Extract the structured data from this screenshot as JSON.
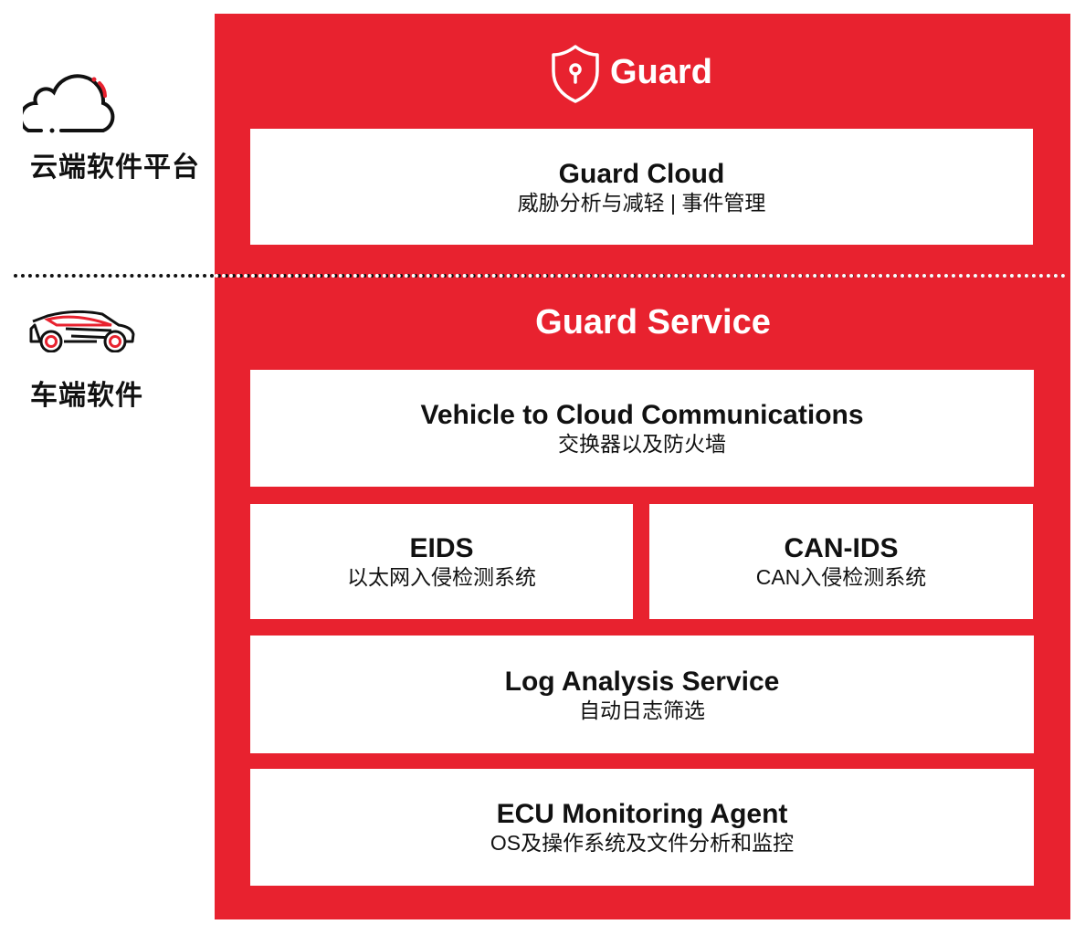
{
  "brand": {
    "title": "Guard",
    "color": "#E8222F"
  },
  "sections": {
    "cloud_label": "云端软件平台",
    "vehicle_label": "车端软件"
  },
  "cloud": {
    "title": "Guard Cloud",
    "subtitle": "威胁分析与减轻 | 事件管理"
  },
  "service": {
    "title": "Guard Service",
    "boxes": [
      {
        "title": "Vehicle to Cloud Communications",
        "subtitle": "交换器以及防火墙"
      },
      {
        "title": "EIDS",
        "subtitle": "以太网入侵检测系统"
      },
      {
        "title": "CAN-IDS",
        "subtitle": "CAN入侵检测系统"
      },
      {
        "title": "Log Analysis Service",
        "subtitle": "自动日志筛选"
      },
      {
        "title": "ECU Monitoring Agent",
        "subtitle": "OS及操作系统及文件分析和监控"
      }
    ]
  }
}
